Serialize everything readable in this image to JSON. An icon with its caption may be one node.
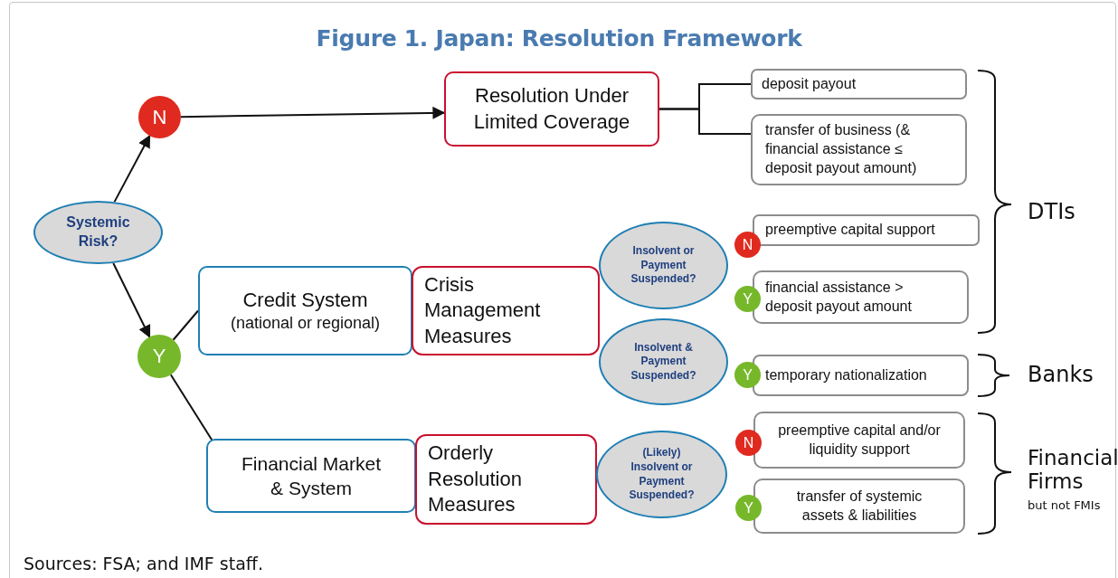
{
  "diagram": {
    "title": "Figure 1. Japan: Resolution Framework",
    "caption": "Sources: FSA; and IMF staff.",
    "nodes": [
      {
        "text": [
          "Systemic Risk?"
        ]
      },
      {
        "text": [
          "N"
        ]
      },
      {
        "text": [
          "Y"
        ]
      },
      {
        "text": [
          "Resolution Under Limited Coverage"
        ]
      },
      {
        "text": [
          "deposit payout"
        ]
      },
      {
        "text": [
          "transfer of business (& financial assistance ≤ deposit payout amount)"
        ]
      },
      {
        "text": [
          "Credit System",
          "(national or regional)"
        ]
      },
      {
        "text": [
          "Crisis Management Measures"
        ]
      },
      {
        "text": [
          "Insolvent or Payment Suspended?"
        ]
      },
      {
        "text": [
          "Insolvent & Payment Suspended?"
        ]
      },
      {
        "text": [
          "N"
        ]
      },
      {
        "text": [
          "preemptive capital support"
        ]
      },
      {
        "text": [
          "Y"
        ]
      },
      {
        "text": [
          "financial assistance > deposit payout amount"
        ]
      },
      {
        "text": [
          "Y"
        ]
      },
      {
        "text": [
          "temporary nationalization"
        ]
      },
      {
        "text": [
          "Financial Market & System"
        ]
      },
      {
        "text": [
          "Orderly Resolution Measures"
        ]
      },
      {
        "text": [
          "(Likely) Insolvent or Payment Suspended?"
        ]
      },
      {
        "text": [
          "N"
        ]
      },
      {
        "text": [
          "preemptive capital and/or liquidity support"
        ]
      },
      {
        "text": [
          "Y"
        ]
      },
      {
        "text": [
          "transfer of systemic assets & liabilities"
        ]
      }
    ],
    "edges": [
      {
        "from": 0,
        "to": 1,
        "arrow": "to"
      },
      {
        "from": 0,
        "to": 2,
        "arrow": "to"
      },
      {
        "from": 1,
        "to": 3,
        "arrow": "to"
      },
      {
        "from": 3,
        "to": 4,
        "arrow": "none"
      },
      {
        "from": 3,
        "to": 5,
        "arrow": "none"
      },
      {
        "from": 2,
        "to": 6,
        "arrow": "none"
      },
      {
        "from": 2,
        "to": 16,
        "arrow": "none"
      }
    ],
    "labels": [
      "DTIs",
      "Banks",
      "Financial Firms",
      "but not FMIs"
    ]
  }
}
